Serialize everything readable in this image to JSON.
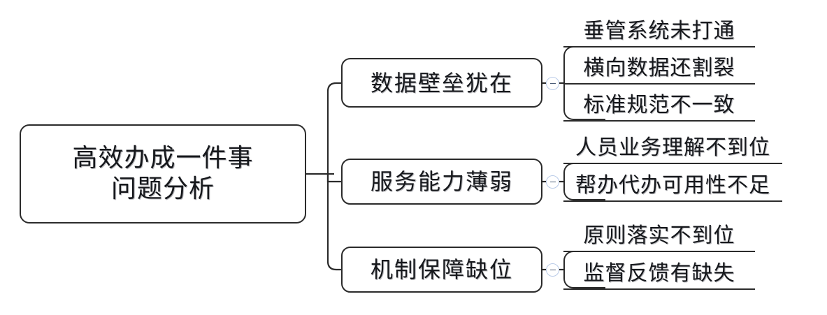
{
  "diagram": {
    "type": "mind-map",
    "title": "高效办成一件事问题分析",
    "accent_color": "#b9cbe8",
    "line_color": "#2b2b2b",
    "text_color": "#16181c",
    "background": "#ffffff"
  },
  "root": {
    "line1": "高效办成一件事",
    "line2": "问题分析"
  },
  "branches": [
    {
      "label": "数据壁垒犹在",
      "toggle": "collapse",
      "leaves": [
        {
          "text": "垂管系统未打通"
        },
        {
          "text": "横向数据还割裂"
        },
        {
          "text": "标准规范不一致"
        }
      ]
    },
    {
      "label": "服务能力薄弱",
      "toggle": "collapse",
      "leaves": [
        {
          "text": "人员业务理解不到位"
        },
        {
          "text": "帮办代办可用性不足"
        }
      ]
    },
    {
      "label": "机制保障缺位",
      "toggle": "collapse",
      "leaves": [
        {
          "text": "原则落实不到位"
        },
        {
          "text": "监督反馈有缺失"
        }
      ]
    }
  ]
}
